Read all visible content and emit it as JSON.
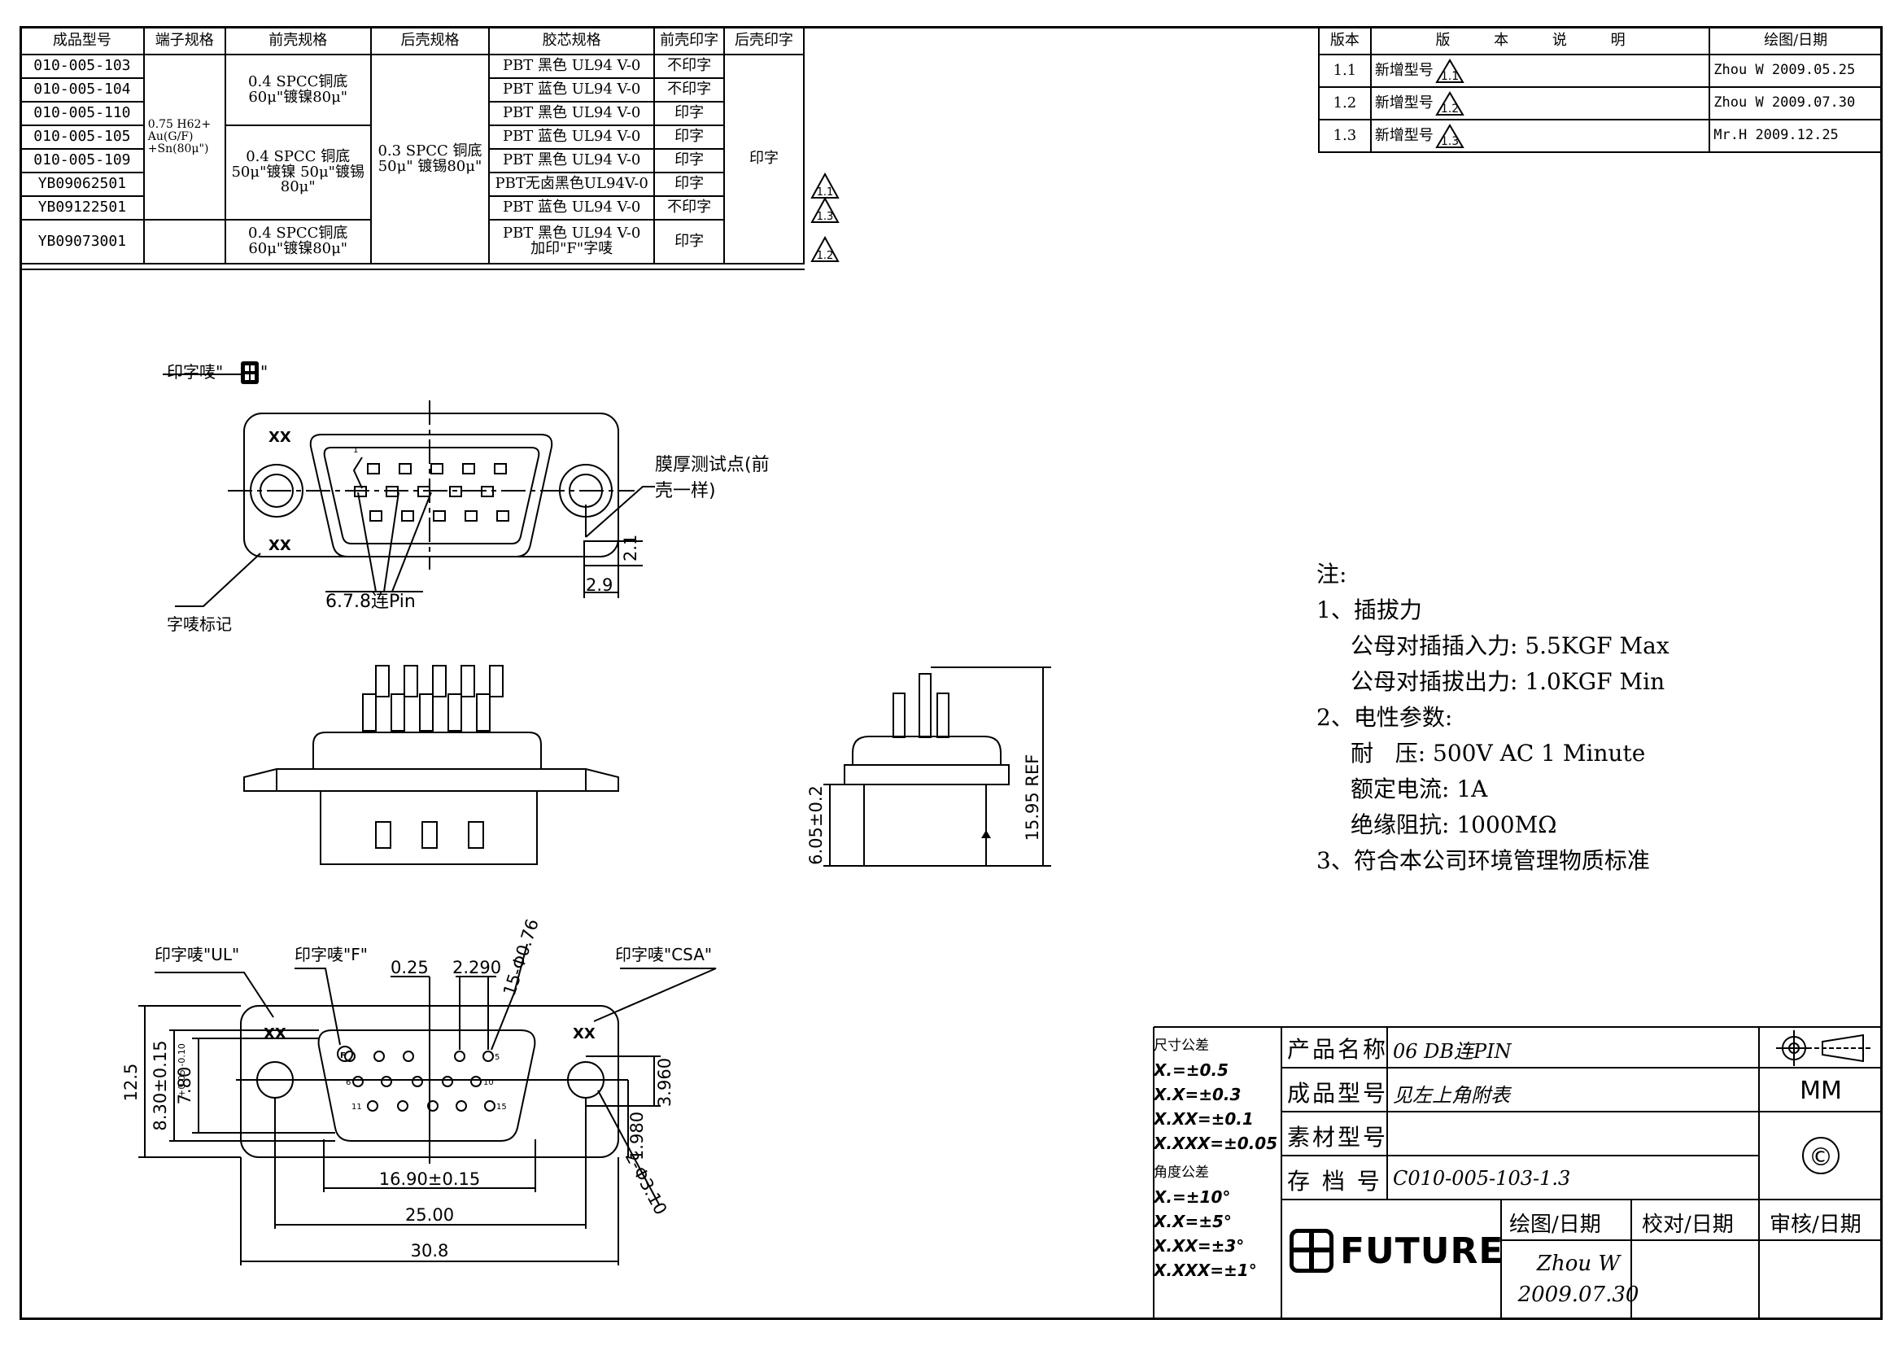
{
  "spec_table": {
    "headers": [
      "成品型号",
      "端子规格",
      "前壳规格",
      "后壳规格",
      "胶芯规格",
      "前壳印字",
      "后壳印字"
    ],
    "part_numbers": [
      "010-005-103",
      "010-005-104",
      "010-005-110",
      "010-005-105",
      "010-005-109",
      "YB09062501",
      "YB09122501",
      "YB09073001"
    ],
    "terminal_spec": "0.75 H62+ Au(G/F) +Sn(80μ\")",
    "front_shell_a": "0.4 SPCC铜底 60μ\"镀镍80μ\"",
    "front_shell_b": "0.4 SPCC 铜底50μ\"镀镍 50μ\"镀锡80μ\"",
    "front_shell_c": "0.4 SPCC铜底 60μ\"镀镍80μ\"",
    "rear_shell": "0.3 SPCC 铜底50μ\" 镀锡80μ\"",
    "insulator": [
      "PBT 黑色 UL94 V-0",
      "PBT 蓝色 UL94 V-0",
      "PBT 黑色 UL94 V-0",
      "PBT 蓝色 UL94 V-0",
      "PBT 黑色 UL94 V-0",
      "PBT无卤黑色UL94V-0",
      "PBT 蓝色 UL94 V-0",
      "PBT 黑色 UL94 V-0 加印\"F\"字唛"
    ],
    "front_print": [
      "不印字",
      "不印字",
      "印字",
      "印字",
      "印字",
      "印字",
      "不印字",
      "印字"
    ],
    "rear_print": "印字",
    "rev_marks": [
      "1.1",
      "1.3",
      "1.2"
    ]
  },
  "version_table": {
    "headers": [
      "版本",
      "版 本 说 明",
      "绘图/日期"
    ],
    "rows": [
      {
        "ver": "1.1",
        "desc": "新增型号",
        "mark": "1.1",
        "who": "Zhou W 2009.05.25"
      },
      {
        "ver": "1.2",
        "desc": "新增型号",
        "mark": "1.2",
        "who": "Zhou W 2009.07.30"
      },
      {
        "ver": "1.3",
        "desc": "新增型号",
        "mark": "1.3",
        "who": "Mr.H 2009.12.25"
      }
    ]
  },
  "callouts": {
    "print_mark_top": "印字唛\"",
    "print_mark_top_end": "\"",
    "film_test_1": "膜厚测试点(前",
    "film_test_2": "壳一样)",
    "pins_joined": "6.7.8连Pin",
    "mark_label": "字唛标记",
    "print_ul": "印字唛\"UL\"",
    "print_f": "印字唛\"F\"",
    "print_csa": "印字唛\"CSA\"",
    "xx": "XX"
  },
  "dimensions": {
    "d_2_1": "2.1",
    "d_2_9": "2.9",
    "d_15_95": "15.95 REF",
    "d_6_05": "6.05±0.2",
    "d_0_25": "0.25",
    "d_2_290": "2.290",
    "d_pin_dia": "15-Φ0.76",
    "d_12_5": "12.5",
    "d_8_30": "8.30±0.15",
    "d_7_80": "7.80",
    "d_7_80_tol": "+0.05 -0.10",
    "d_3_960": "3.960",
    "d_1_980": "1.980",
    "d_hole": "2-Φ3.10",
    "d_16_90": "16.90±0.15",
    "d_25_00": "25.00",
    "d_30_8": "30.8",
    "pin_1": "1",
    "pin_5": "5",
    "pin_11": "11",
    "pin_15": "15",
    "pin_6": "6",
    "pin_10": "10",
    "pin_f": "F"
  },
  "notes": {
    "title": "注:",
    "n1": "1、插拔力",
    "n1a": "公母对插插入力: 5.5KGF Max",
    "n1b": "公母对插拔出力: 1.0KGF Min",
    "n2": "2、电性参数:",
    "n2a": "耐   压: 500V AC 1 Minute",
    "n2b": "额定电流: 1A",
    "n2c": "绝缘阻抗: 1000MΩ",
    "n3": "3、符合本公司环境管理物质标准"
  },
  "tolerance": {
    "dim_title": "尺寸公差",
    "dim": [
      "X.=±0.5",
      "X.X=±0.3",
      "X.XX=±0.1",
      "X.XXX=±0.05"
    ],
    "ang_title": "角度公差",
    "ang": [
      "X.=±10°",
      "X.X=±5°",
      "X.XX=±3°",
      "X.XXX=±1°"
    ]
  },
  "title_block": {
    "product_name_label": "产品名称",
    "product_name": "06 DB连PIN",
    "part_no_label": "成品型号",
    "part_no": "见左上角附表",
    "material_label": "素材型号",
    "material": "",
    "archive_label": "存 档 号",
    "archive": "C010-005-103-1.3",
    "unit": "MM",
    "copyright": "©",
    "drawn_label": "绘图/日期",
    "checked_label": "校对/日期",
    "approved_label": "审核/日期",
    "drawn_by": "Zhou W",
    "drawn_date": "2009.07.30",
    "company": "FUTURE"
  }
}
